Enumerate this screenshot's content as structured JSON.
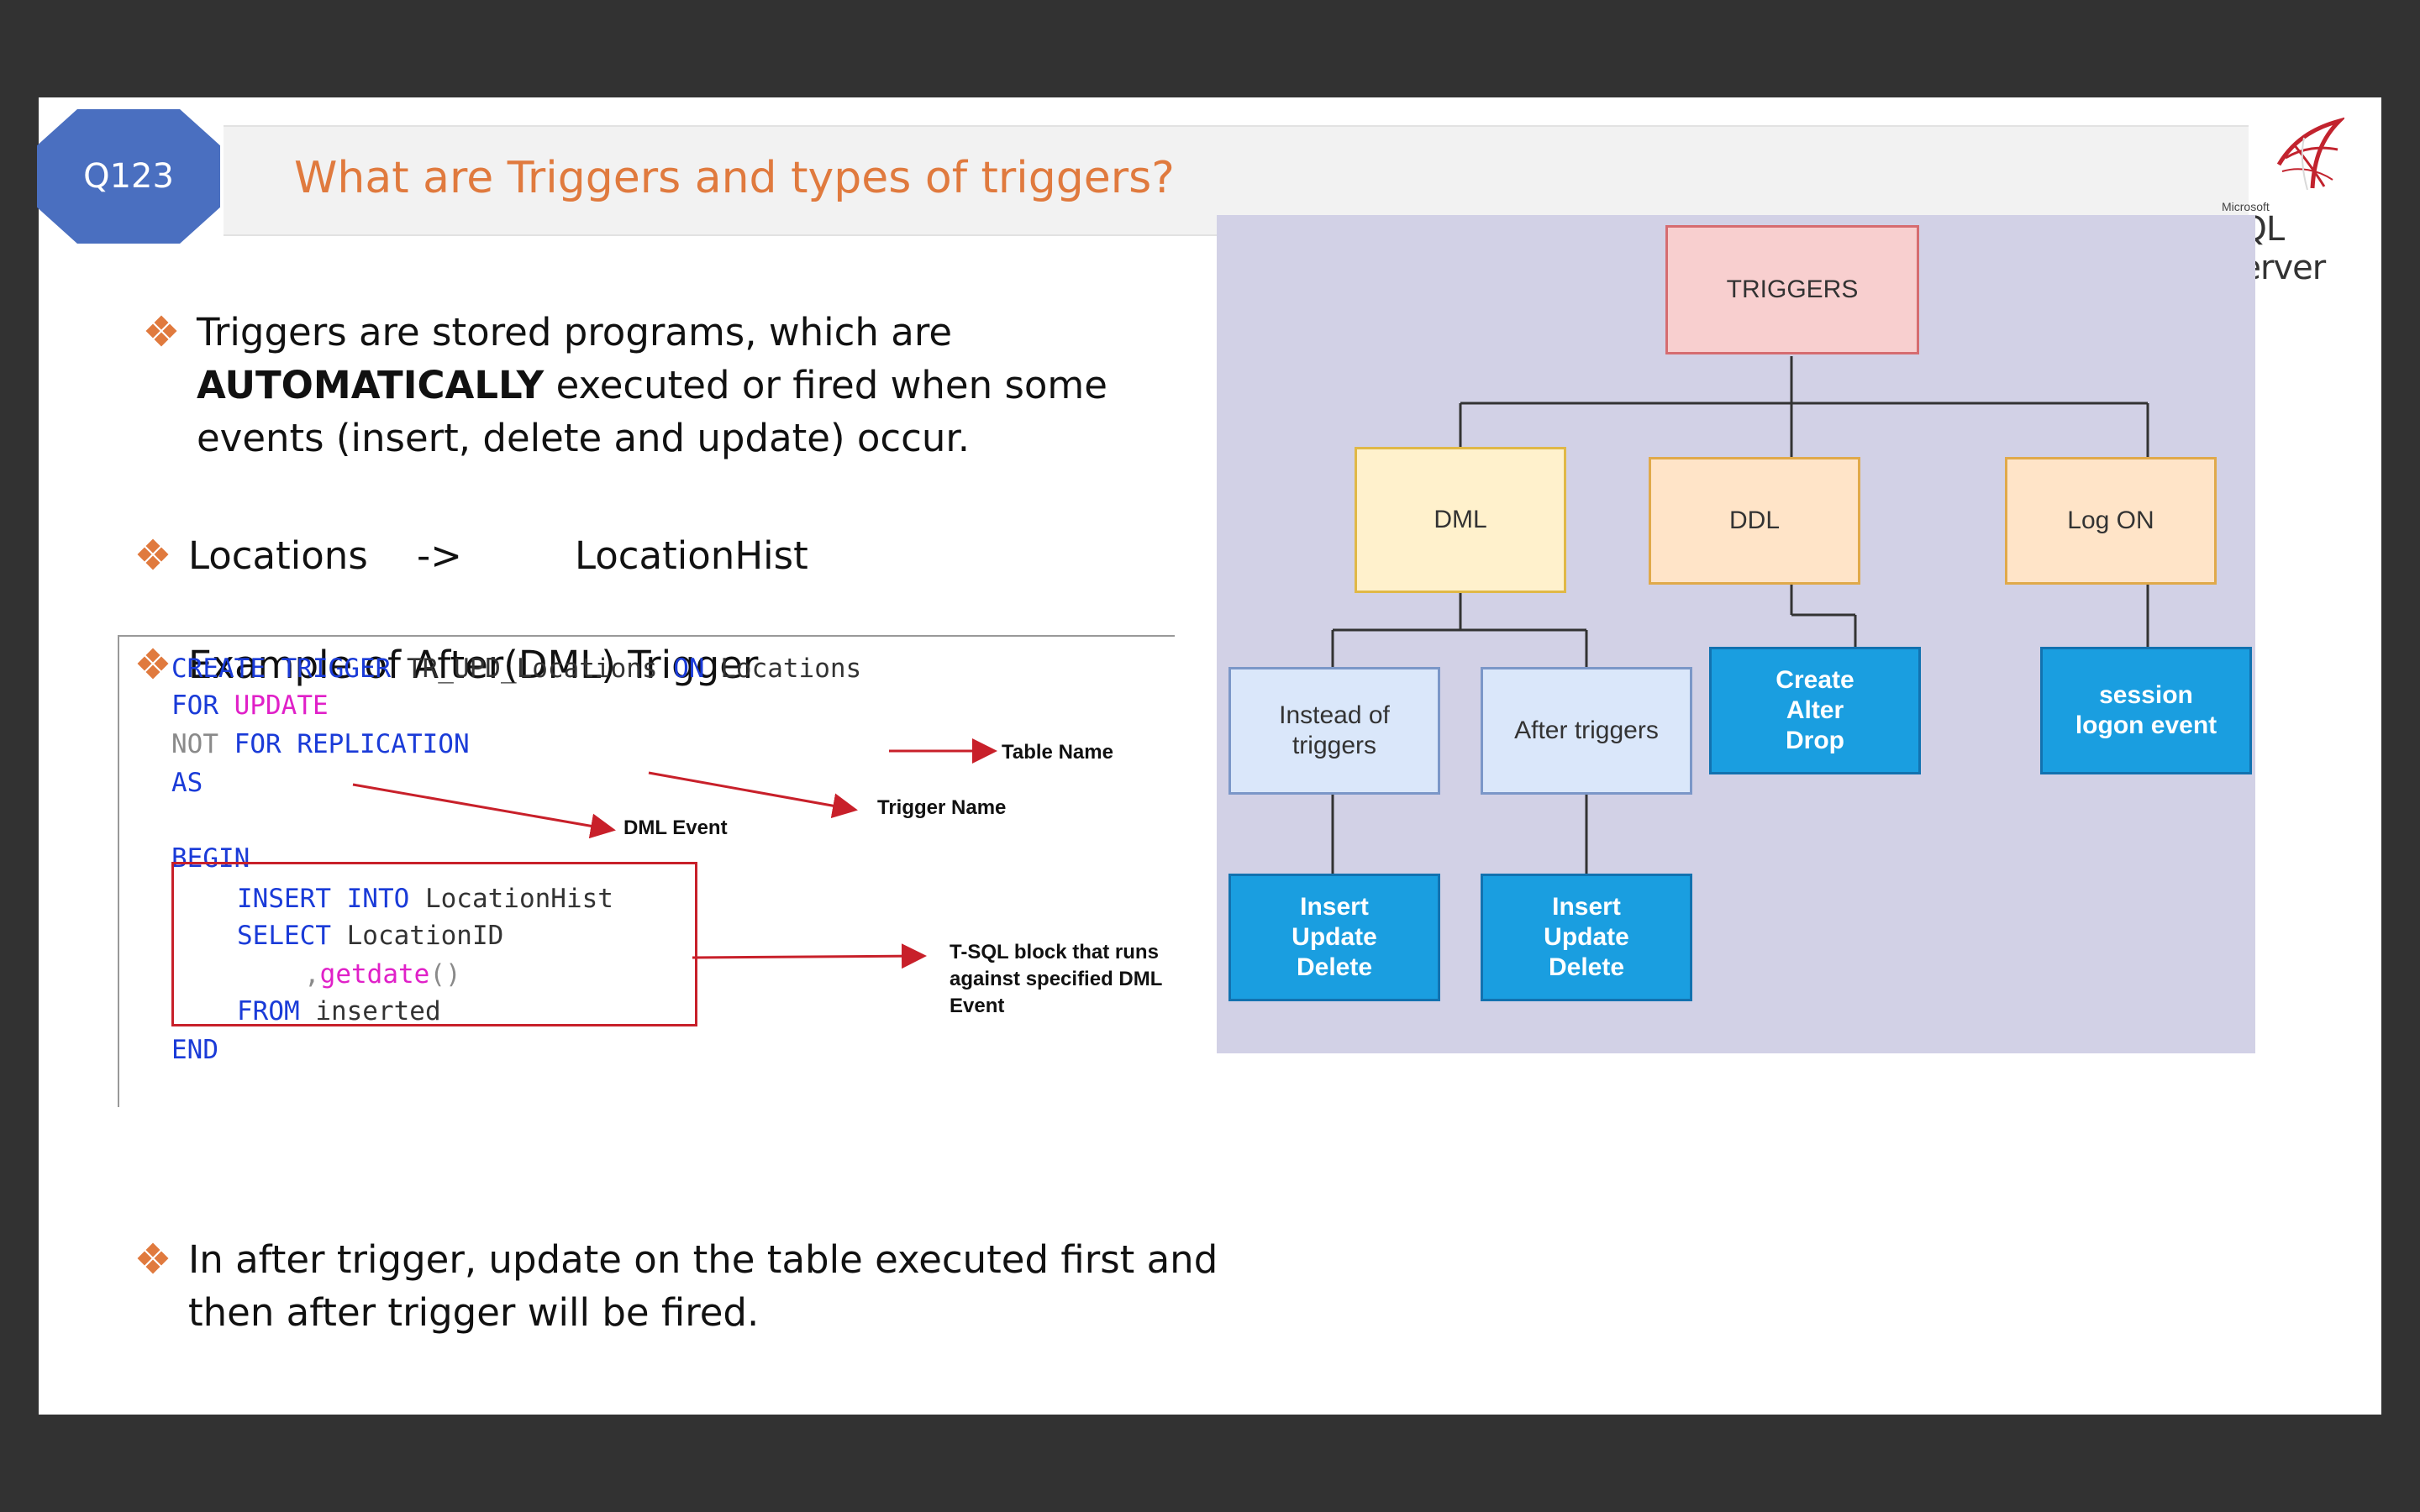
{
  "header": {
    "badge": "Q123",
    "title": "What are Triggers and types of triggers?",
    "logo_small": "Microsoft",
    "logo_text": "SQL Server"
  },
  "bullets": {
    "b1_pre": "Triggers are stored programs, which are",
    "b1_bold": "AUTOMATICALLY",
    "b1_mid": " executed or fired when some",
    "b1_line3": "events (insert, delete and update) occur.",
    "b2_a": "Locations",
    "b2_arrow": "->",
    "b2_b": "LocationHist",
    "b3": "Example of After(DML) Trigger",
    "b4_line1": "In after trigger, update on the table executed first and",
    "b4_line2": "then after trigger will be fired."
  },
  "code": {
    "l1_kw1": "CREATE TRIGGER",
    "l1_name": " TR_UPD_Locations ",
    "l1_kw2": "ON",
    "l1_tbl": " Locations",
    "l2_kw": "FOR",
    "l2_pk": " UPDATE",
    "l3_gy": "NOT",
    "l3_kw": " FOR REPLICATION",
    "l4": "AS",
    "l5": "BEGIN",
    "l6_kw": "INSERT INTO",
    "l6_tbl": " LocationHist",
    "l7_kw": "SELECT",
    "l7_col": " LocationID",
    "l8_comma": ",",
    "l8_fn": "getdate",
    "l8_paren": "()",
    "l9_kw": "FROM",
    "l9_tbl": " inserted",
    "l10": "END"
  },
  "annotations": {
    "table_name": "Table Name",
    "trigger_name": "Trigger Name",
    "dml_event": "DML Event",
    "tsql_1": "T-SQL block that runs",
    "tsql_2": "against specified DML",
    "tsql_3": "Event"
  },
  "diagram": {
    "root": "TRIGGERS",
    "dml": "DML",
    "ddl": "DDL",
    "logon": "Log ON",
    "instead_1": "Instead of",
    "instead_2": "triggers",
    "after": "After triggers",
    "ddl_ops": [
      "Create",
      "Alter",
      "Drop"
    ],
    "logon_ev": [
      "session",
      "logon event"
    ],
    "ops_a": [
      "Insert",
      "Update",
      "Delete"
    ],
    "ops_b": [
      "Insert",
      "Update",
      "Delete"
    ]
  },
  "colors": {
    "title": "#e07a3e",
    "badge": "#4a6fc0",
    "bullet": "#e07a3e",
    "keyword": "#1a3bd8",
    "function": "#e020c8",
    "annotation_line": "#c8202a",
    "diagram_bg": "#d2d1e6"
  }
}
